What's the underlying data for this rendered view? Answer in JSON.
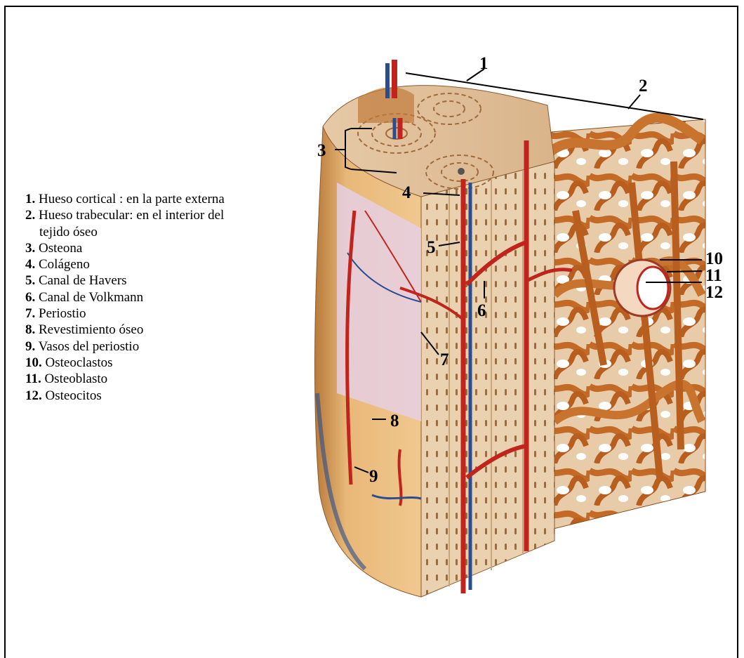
{
  "legend": [
    {
      "num": "1.",
      "text": "Hueso cortical : en la parte externa"
    },
    {
      "num": "2.",
      "text": "Hueso trabecular:  en el interior del",
      "cont": "tejido óseo"
    },
    {
      "num": "3.",
      "text": "Osteona"
    },
    {
      "num": "4.",
      "text": "Colágeno"
    },
    {
      "num": "5.",
      "text": "Canal de Havers"
    },
    {
      "num": "6.",
      "text": "Canal de Volkmann"
    },
    {
      "num": "7.",
      "text": "Periostio"
    },
    {
      "num": "8.",
      "text": "Revestimiento óseo"
    },
    {
      "num": "9.",
      "text": "Vasos del periostio"
    },
    {
      "num": "10.",
      "text": "Osteoclastos"
    },
    {
      "num": "11.",
      "text": "Osteoblasto"
    },
    {
      "num": "12.",
      "text": "Osteocitos"
    }
  ],
  "callouts": [
    "1",
    "2",
    "3",
    "4",
    "5",
    "6",
    "7",
    "8",
    "9",
    "10",
    "11",
    "12"
  ],
  "colors": {
    "bone": "#e8c9a0",
    "trabecular": "#c8742e",
    "artery": "#c0241c",
    "vein": "#2a4d8f",
    "periosteum": "#e6cfe3",
    "lining": "#eeb272"
  }
}
